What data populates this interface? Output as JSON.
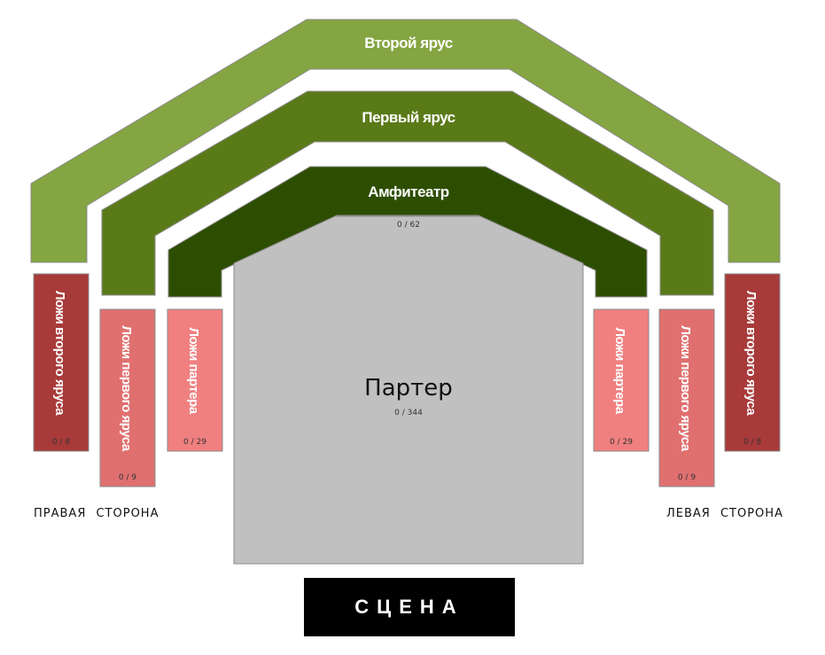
{
  "zones": {
    "second_tier": {
      "label": "Второй ярус",
      "color": "#84a541"
    },
    "first_tier": {
      "label": "Первый ярус",
      "color": "#5a7a18"
    },
    "amphitheatre": {
      "label": "Амфитеатр",
      "count": "0 / 62",
      "color": "#2d4e00"
    },
    "parterre": {
      "label": "Партер",
      "count": "0 / 344",
      "color": "#c0c0c0"
    }
  },
  "boxes": {
    "second_tier_boxes": {
      "label": "Ложи второго яруса",
      "count": "0 / 8",
      "color": "#a83a3a"
    },
    "first_tier_boxes": {
      "label": "Ложи первого яруса",
      "count": "0 / 9",
      "color": "#e07070"
    },
    "parterre_boxes": {
      "label": "Ложи партера",
      "count": "0 / 29",
      "color": "#f08080"
    }
  },
  "sides": {
    "right": "ПРАВАЯ СТОРОНА",
    "left": "ЛЕВАЯ СТОРОНА"
  },
  "stage": "СЦЕНА"
}
